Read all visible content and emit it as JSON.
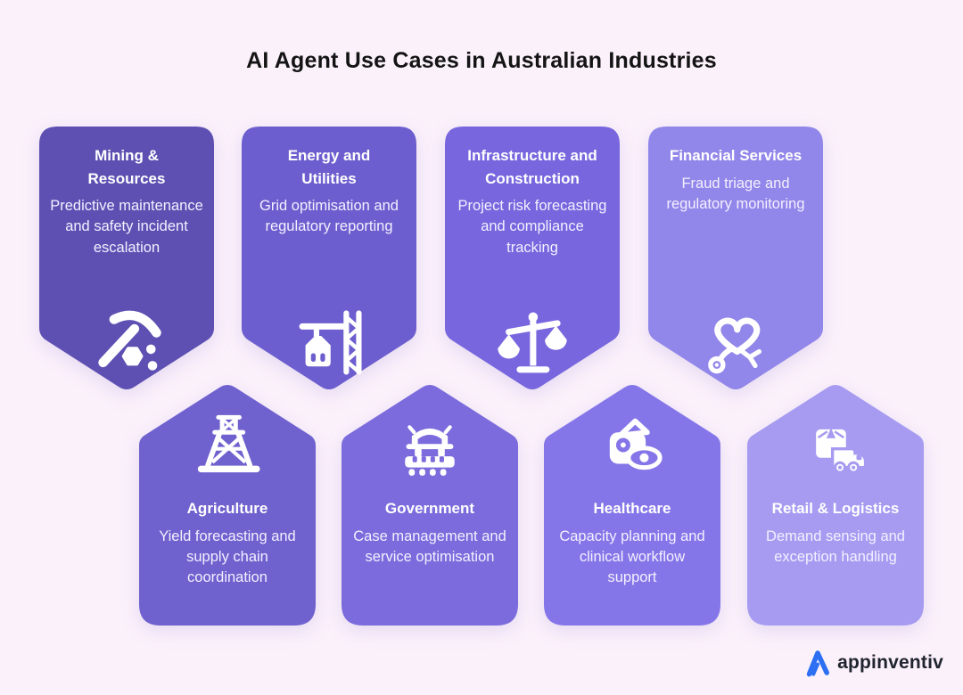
{
  "page": {
    "title": "AI Agent Use Cases in Australian Industries",
    "background_color": "#FBF1FB"
  },
  "cards": [
    {
      "industry": "Mining & Resources",
      "use_case": "Predictive maintenance and safety incident escalation",
      "icon": "pickaxe-icon",
      "color": "#5E50B2",
      "row": "top"
    },
    {
      "industry": "Energy and Utilities",
      "use_case": "Grid optimisation and regulatory reporting",
      "icon": "power-tower-icon",
      "color": "#6C5ECE",
      "row": "top"
    },
    {
      "industry": "Infrastructure and Construction",
      "use_case": "Project risk forecasting and compliance tracking",
      "icon": "balance-scale-icon",
      "color": "#7766DE",
      "row": "top"
    },
    {
      "industry": "Financial Services",
      "use_case": "Fraud triage and regulatory monitoring",
      "icon": "heart-stethoscope-icon",
      "color": "#9186E9",
      "row": "top"
    },
    {
      "industry": "Agriculture",
      "use_case": "Yield forecasting and supply chain coordination",
      "icon": "derrick-tower-icon",
      "color": "#6F61CE",
      "row": "bottom"
    },
    {
      "industry": "Government",
      "use_case": "Case management and service optimisation",
      "icon": "plow-machine-icon",
      "color": "#7B6BDC",
      "row": "bottom"
    },
    {
      "industry": "Healthcare",
      "use_case": "Capacity planning and clinical workflow support",
      "icon": "wallet-eye-icon",
      "color": "#8476E8",
      "row": "bottom"
    },
    {
      "industry": "Retail & Logistics",
      "use_case": "Demand sensing and exception handling",
      "icon": "package-truck-icon",
      "color": "#A69BF1",
      "row": "bottom"
    }
  ],
  "footer": {
    "brand_name": "appinventiv",
    "brand_mark_color": "#2C6FF2",
    "brand_text_color": "#20242E"
  }
}
